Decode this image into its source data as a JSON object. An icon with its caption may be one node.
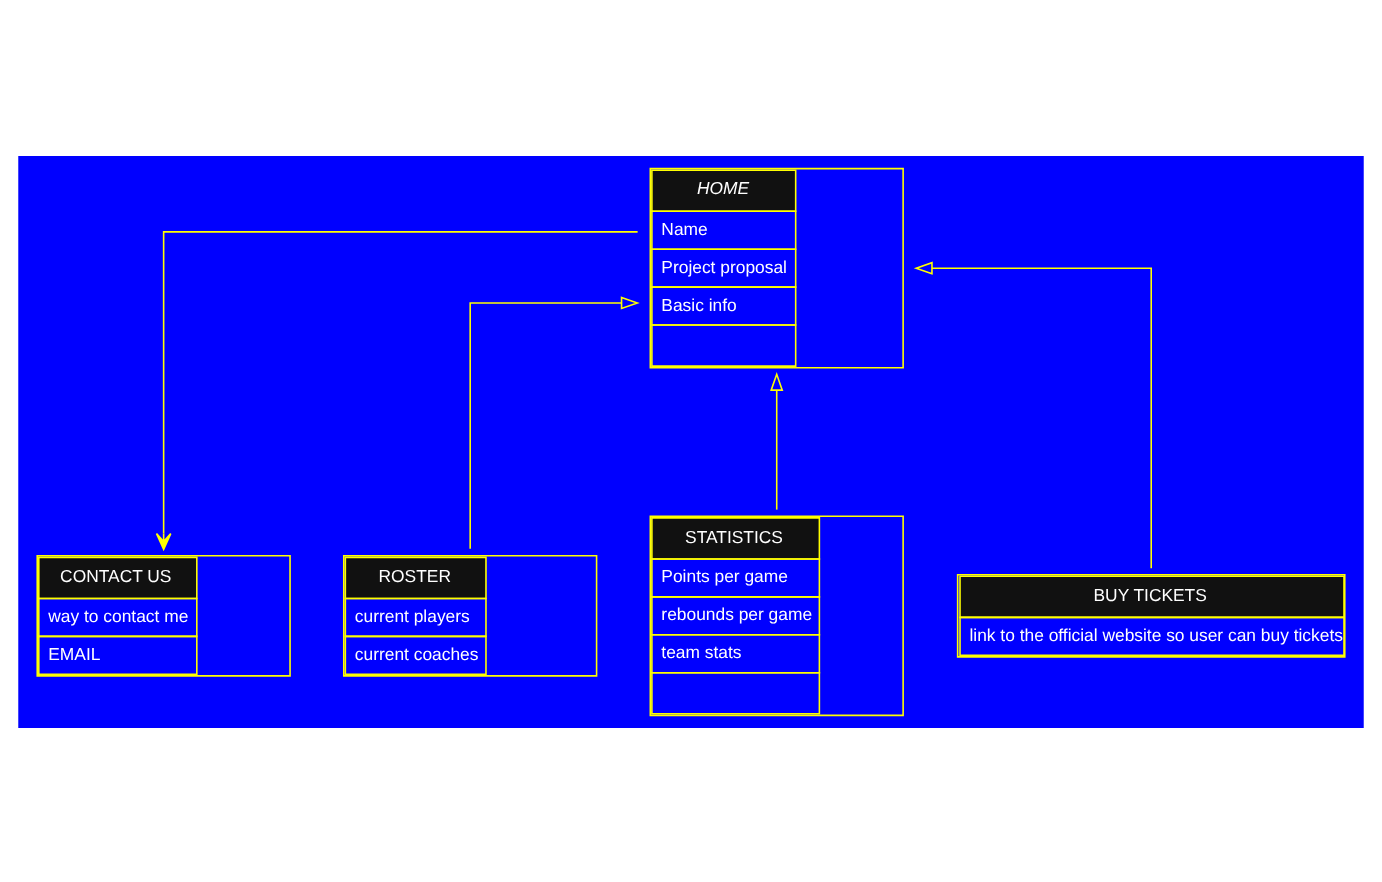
{
  "diagram": {
    "nodes": [
      {
        "text": [
          "HOME",
          "Name",
          "Project proposal",
          "Basic info"
        ]
      },
      {
        "text": [
          "ROSTER",
          "current players",
          "current coaches"
        ]
      },
      {
        "text": [
          "STATISTICS",
          "Points per game",
          "rebounds per game",
          "team stats"
        ]
      },
      {
        "text": [
          "BUY TICKETS",
          "link to the official website so user can buy tickets"
        ]
      },
      {
        "text": [
          "CONTACT US",
          "way to contact me",
          "EMAIL"
        ]
      }
    ],
    "edges": [
      {
        "from": 1,
        "to": 0,
        "arrow": "to"
      },
      {
        "from": 2,
        "to": 0,
        "arrow": "to"
      },
      {
        "from": 3,
        "to": 0,
        "arrow": "to"
      },
      {
        "from": 0,
        "to": 4,
        "arrow": "to"
      }
    ]
  }
}
